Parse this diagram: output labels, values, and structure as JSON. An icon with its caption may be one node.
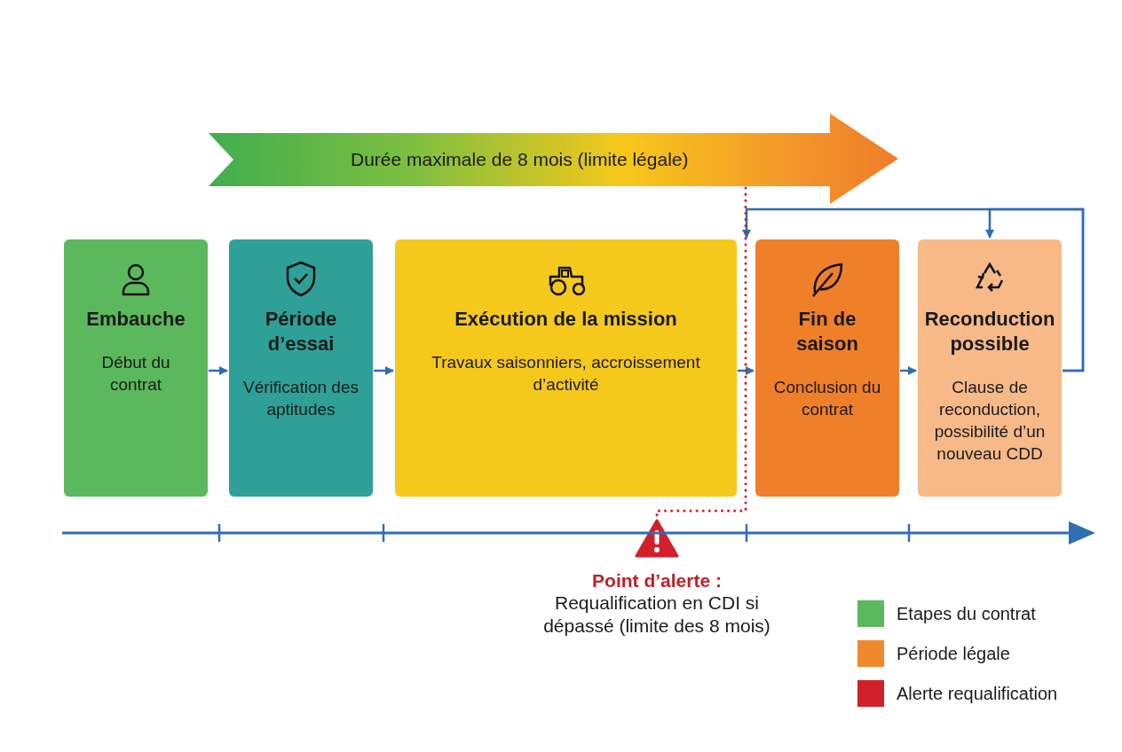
{
  "diagram": {
    "nodes": [
      {
        "text": [
          "Embauche",
          "Début du contrat"
        ]
      },
      {
        "text": [
          "Période d’essai",
          "Vérification des aptitudes"
        ]
      },
      {
        "text": [
          "Exécution de la mission",
          "Travaux saisonniers, accroissement d’activité"
        ]
      },
      {
        "text": [
          "Fin de saison",
          "Conclusion du contrat"
        ]
      },
      {
        "text": [
          "Reconduction possible",
          "Clause de reconduction, possibilité d’un nouveau CDD"
        ]
      },
      {
        "text": [
          "Durée maximale de 8 mois (limite légale)"
        ]
      },
      {
        "text": [
          "Point d’alerte :",
          "Requalification en CDI si dépassé (limite des 8 mois)"
        ]
      }
    ],
    "edges": [
      {
        "from": 0,
        "to": 1,
        "arrow": "to"
      },
      {
        "from": 1,
        "to": 2,
        "arrow": "to"
      },
      {
        "from": 2,
        "to": 3,
        "arrow": "to"
      },
      {
        "from": 3,
        "to": 4,
        "arrow": "to"
      },
      {
        "from": 4,
        "to": 4,
        "arrow": "to"
      },
      {
        "from": 4,
        "to": 3,
        "arrow": "to"
      },
      {
        "from": 5,
        "to": 6,
        "arrow": "none",
        "style": "dashed",
        "color": "#d0202a"
      }
    ],
    "legend": [
      {
        "text": "Etapes du contrat",
        "color": "#5cb85c"
      },
      {
        "text": "Période légale",
        "color": "#f0892e"
      },
      {
        "text": "Alerte requalification",
        "color": "#d0202a"
      }
    ]
  }
}
